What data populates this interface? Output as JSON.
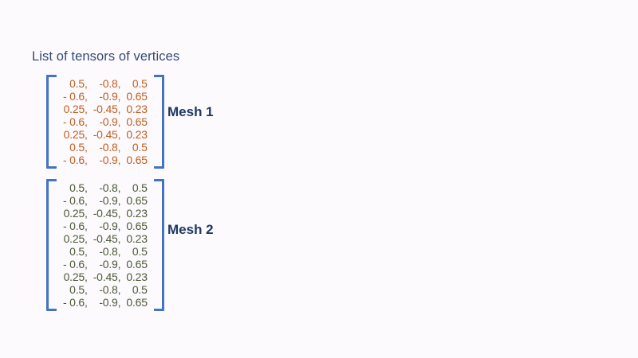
{
  "title": "List of tensors of vertices",
  "colors": {
    "background": "#FCFAFD",
    "title": "#344B75",
    "bracket": "#4472C4",
    "label": "#1F3864",
    "mesh1_values": "#C05E20",
    "mesh2_values": "#4B5A38"
  },
  "meshes": [
    {
      "label": "Mesh 1",
      "color": "#C05E20",
      "rows": [
        [
          "0.5",
          "-0.8",
          "0.5"
        ],
        [
          "- 0.6",
          "-0.9",
          "0.65"
        ],
        [
          "0.25",
          "-0.45",
          "0.23"
        ],
        [
          "- 0.6",
          "-0.9",
          "0.65"
        ],
        [
          "0.25",
          "-0.45",
          "0.23"
        ],
        [
          "0.5",
          "-0.8",
          "0.5"
        ],
        [
          "- 0.6",
          "-0.9",
          "0.65"
        ]
      ]
    },
    {
      "label": "Mesh 2",
      "color": "#4B5A38",
      "rows": [
        [
          "0.5",
          "-0.8",
          "0.5"
        ],
        [
          "- 0.6",
          "-0.9",
          "0.65"
        ],
        [
          "0.25",
          "-0.45",
          "0.23"
        ],
        [
          "- 0.6",
          "-0.9",
          "0.65"
        ],
        [
          "0.25",
          "-0.45",
          "0.23"
        ],
        [
          "0.5",
          "-0.8",
          "0.5"
        ],
        [
          "- 0.6",
          "-0.9",
          "0.65"
        ],
        [
          "0.25",
          "-0.45",
          "0.23"
        ],
        [
          "0.5",
          "-0.8",
          "0.5"
        ],
        [
          "- 0.6",
          "-0.9",
          "0.65"
        ]
      ]
    }
  ]
}
